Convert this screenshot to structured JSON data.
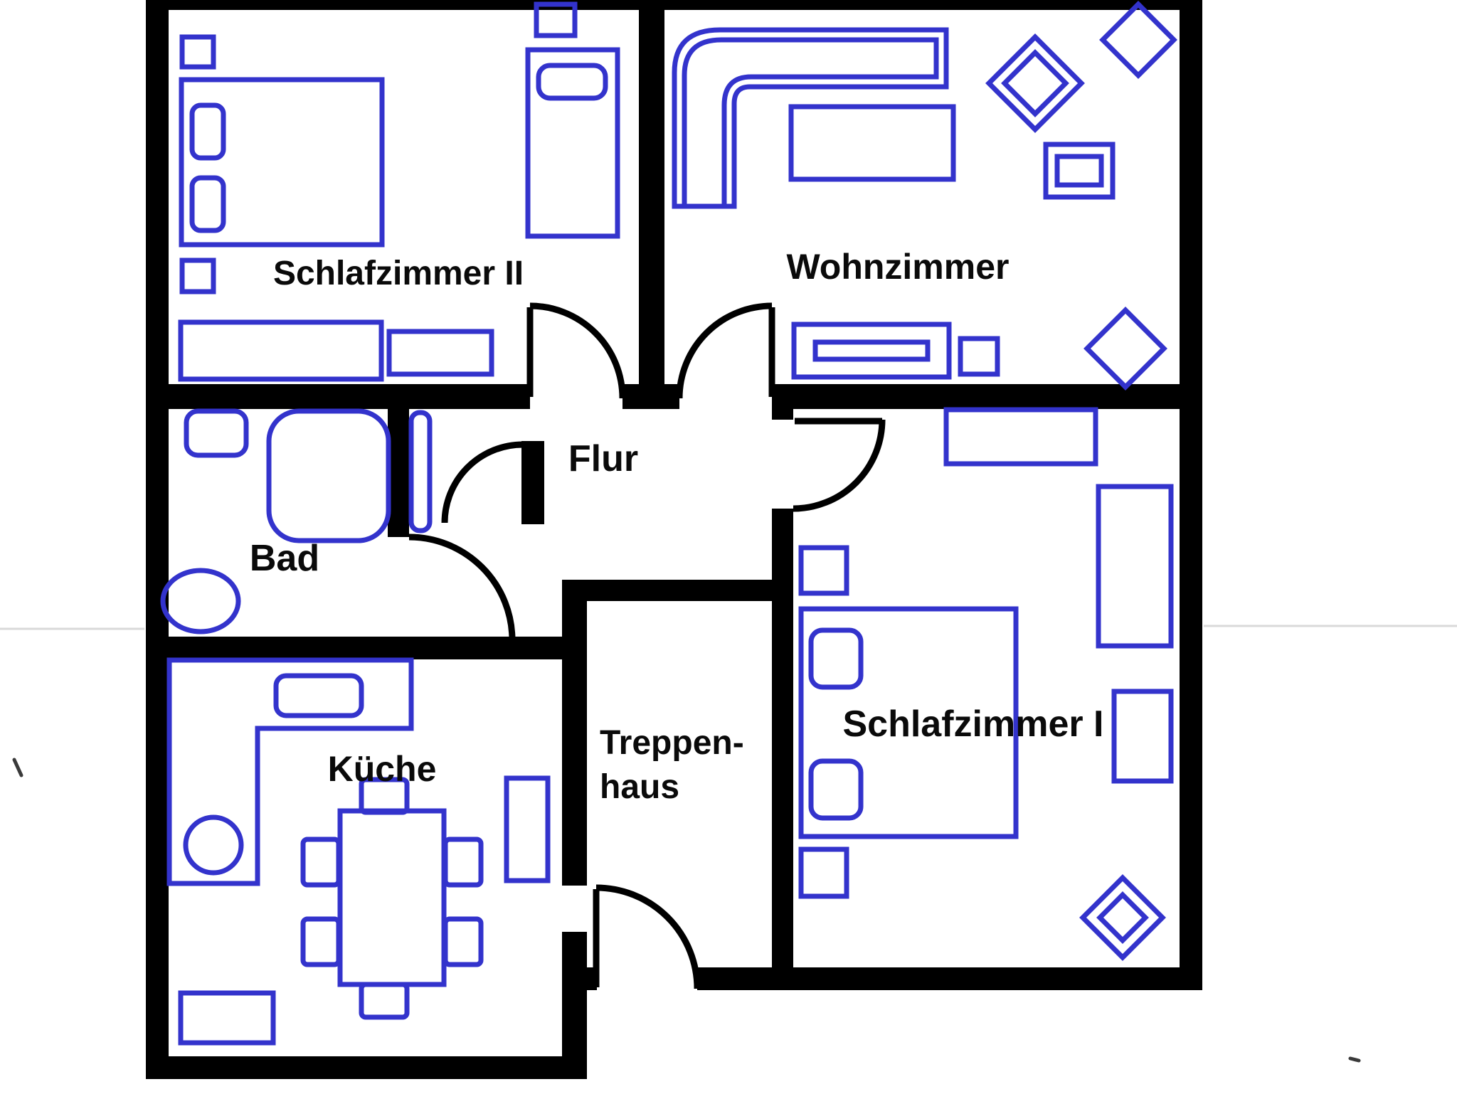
{
  "rooms": {
    "schlafzimmer_ii": "Schlafzimmer II",
    "wohnzimmer": "Wohnzimmer",
    "flur": "Flur",
    "bad": "Bad",
    "kueche": "Küche",
    "treppenhaus": {
      "line1": "Treppen-",
      "line2": "haus"
    },
    "schlafzimmer_i": "Schlafzimmer I"
  },
  "colors": {
    "wall": "#000000",
    "furniture": "#3333cc",
    "background": "#ffffff",
    "label": "#0a0a0a",
    "artifact": "#d9d9d9"
  }
}
